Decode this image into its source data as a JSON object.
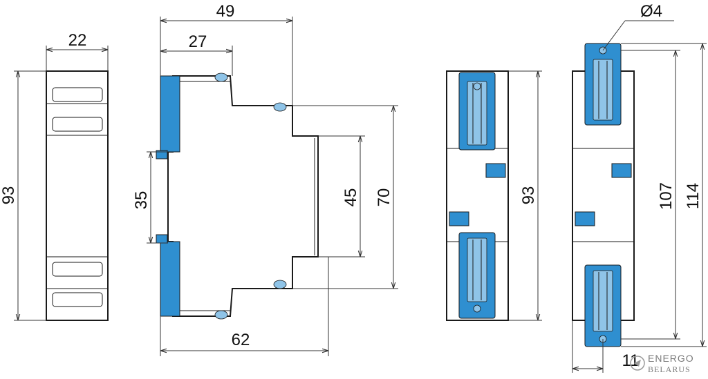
{
  "front_view": {
    "width_label": "22",
    "height_label": "93"
  },
  "side_view": {
    "depth_label": "49",
    "step_label": "27",
    "rail_label": "35",
    "inner_height_label": "45",
    "mid_height_label": "70",
    "base_label": "62"
  },
  "rear_view": {
    "height_label": "93"
  },
  "rear_extended_view": {
    "hole_label": "Ø4",
    "inner_span_label": "107",
    "total_span_label": "114",
    "offset_label": "11"
  },
  "logo": {
    "line1": "ENERGO",
    "line2": "BELARUS"
  },
  "colors": {
    "clip_blue": "#2f8fd0",
    "outline": "#1a1a1a"
  }
}
